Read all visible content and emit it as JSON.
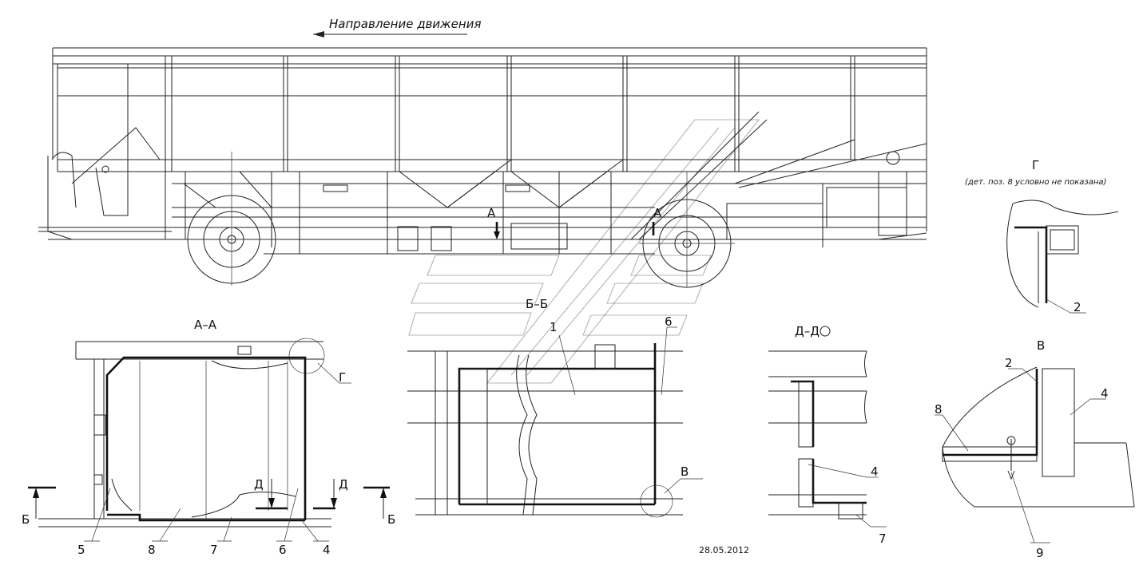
{
  "title": "Направление движения",
  "sections": {
    "aa": "А–А",
    "bb": "Б–Б",
    "dd": "Д–Д",
    "g": "Г",
    "g_note": "(дет. поз. 8 условно не показана)",
    "v": "В"
  },
  "markers": {
    "a": "А",
    "b": "Б",
    "d": "Д",
    "g": "Г",
    "v": "В"
  },
  "callouts": {
    "n1": "1",
    "n2": "2",
    "n4": "4",
    "n5": "5",
    "n6": "6",
    "n7": "7",
    "n8": "8",
    "n9": "9"
  },
  "date": "28.05.2012"
}
